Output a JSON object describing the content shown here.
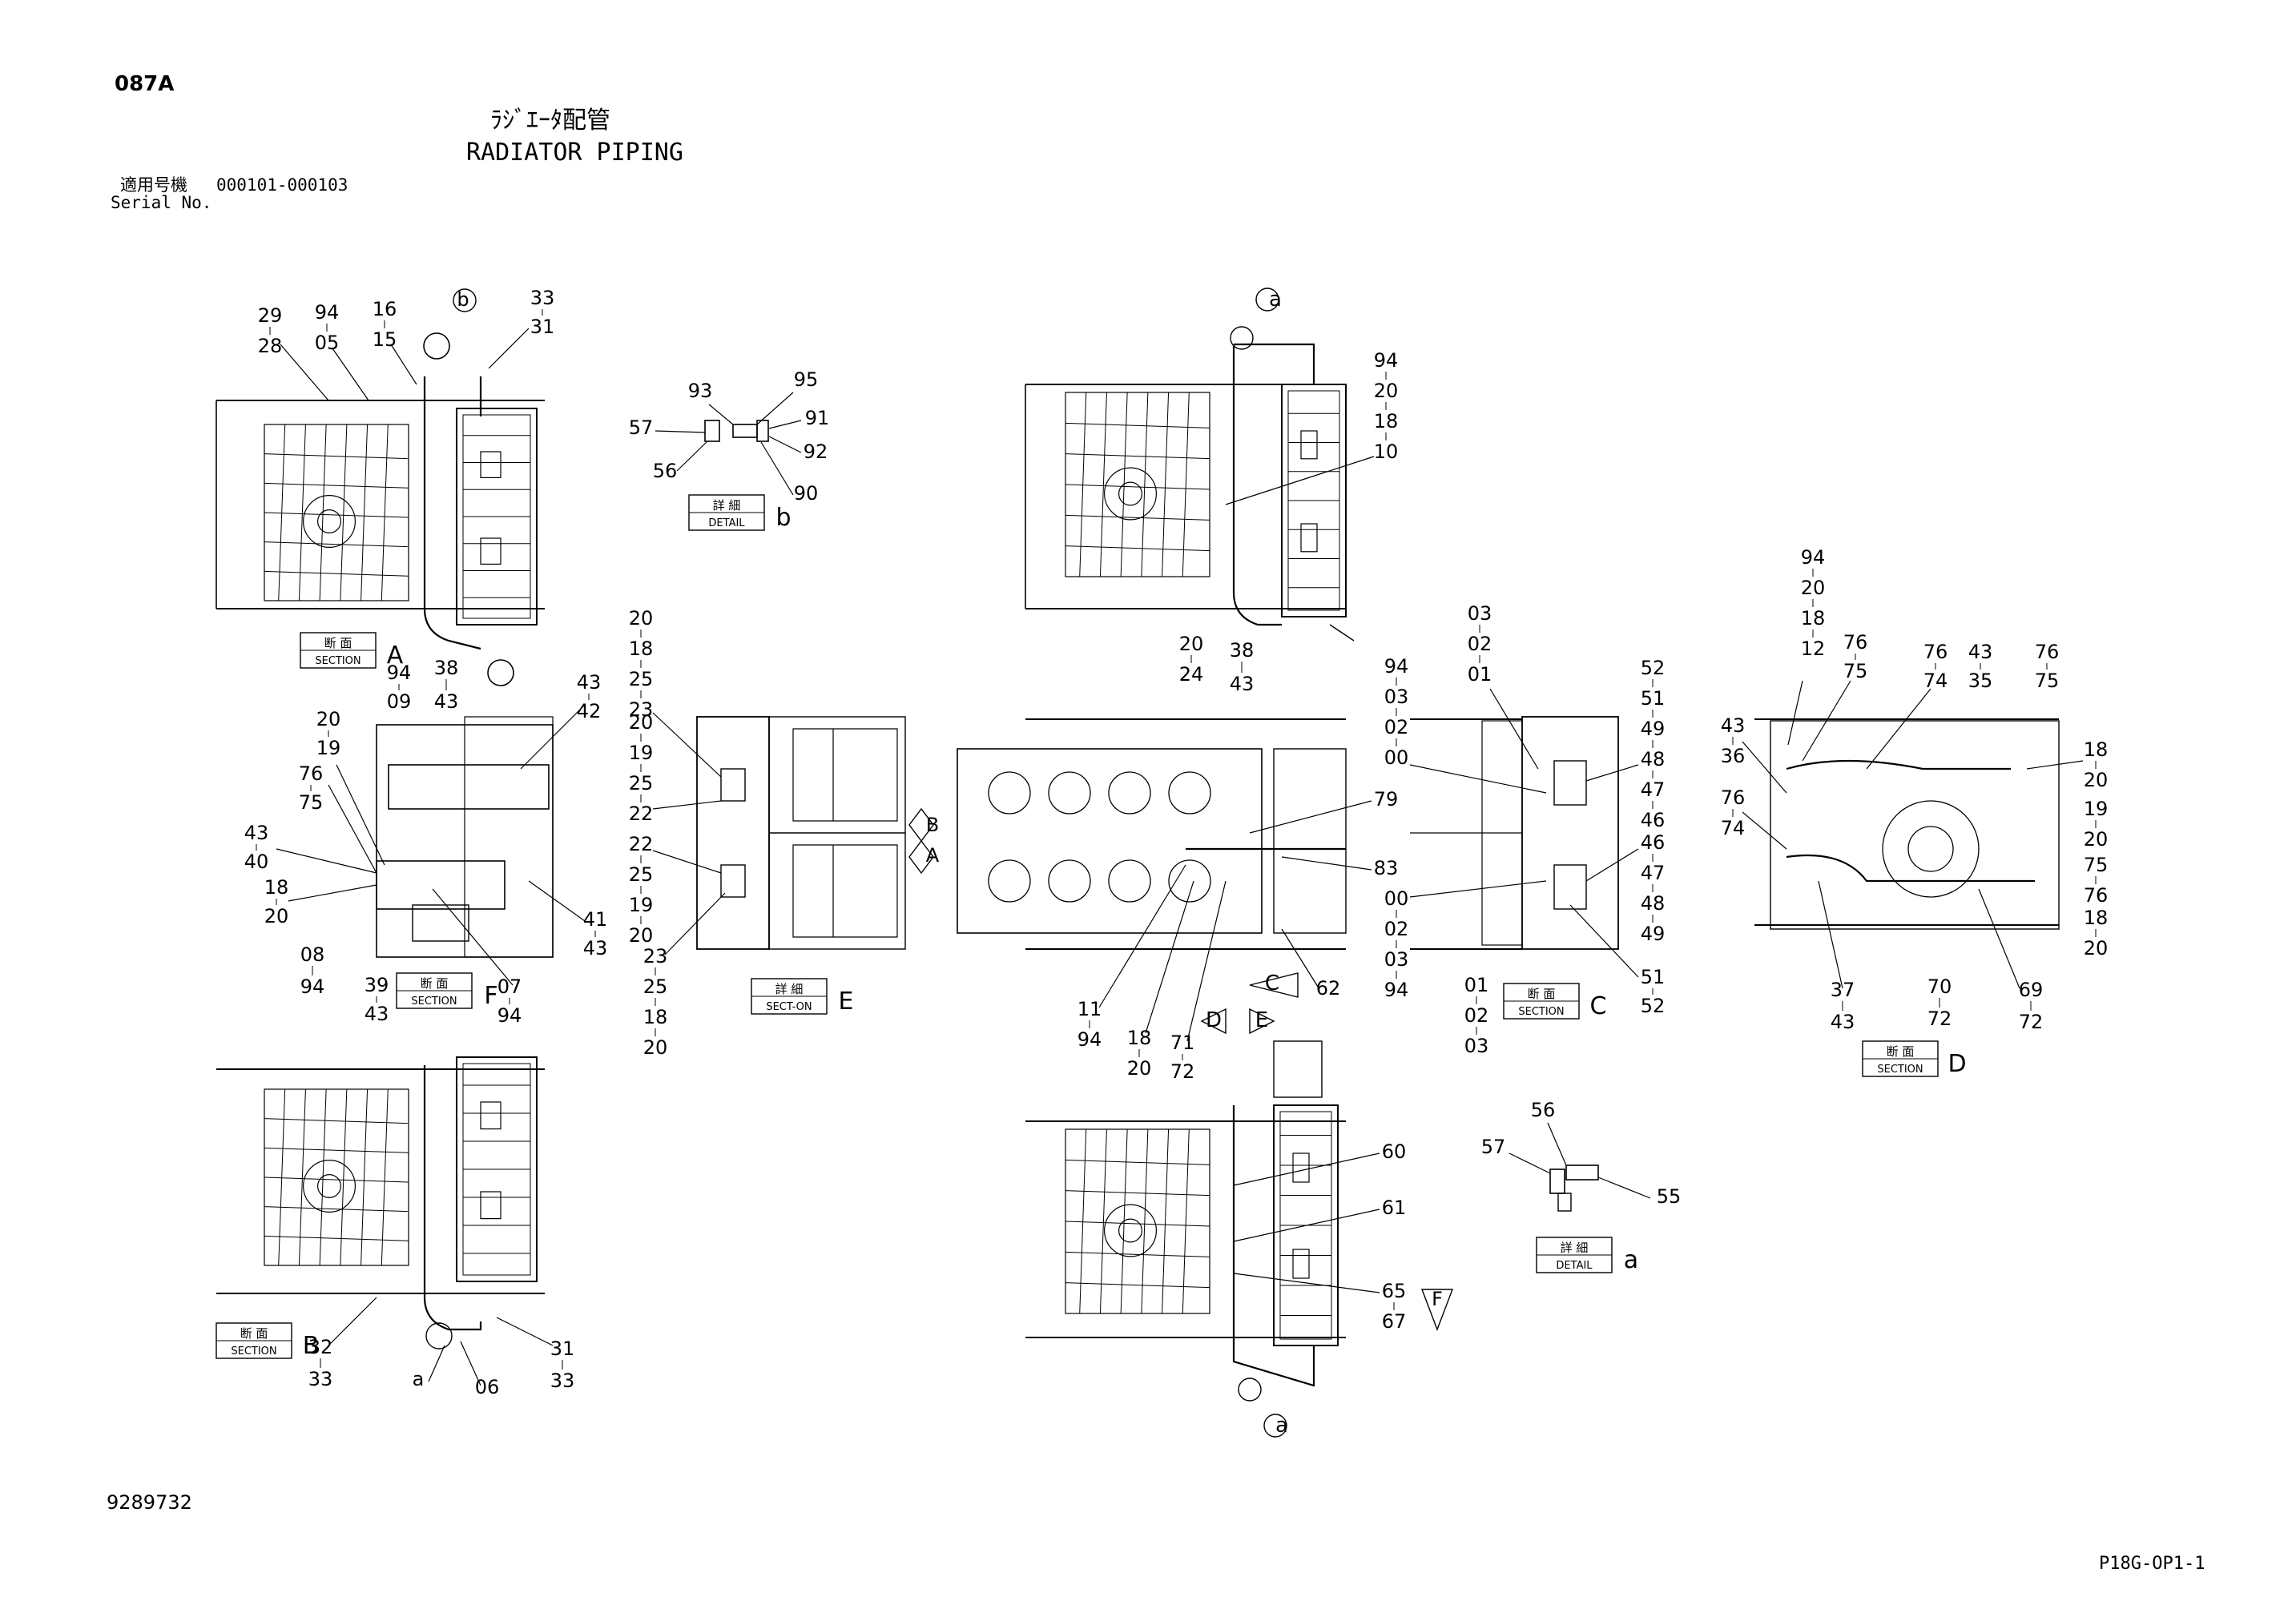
{
  "header": {
    "id": "087A",
    "title_jp": "ﾗｼﾞｴｰﾀ配管",
    "title_en": "RADIATOR PIPING",
    "serial_label_jp": "適用号機",
    "serial_range": "000101-000103",
    "serial_label_en": "Serial No."
  },
  "footer": {
    "doc_number": "9289732",
    "page_code": "P18G-OP1-1"
  },
  "callouts": {
    "section_jp": "断 面",
    "section_en": "SECTION",
    "section_en_e": "SECT-ON",
    "detail_jp": "詳 細",
    "detail_en": "DETAIL"
  },
  "views": [
    {
      "view": "section-A",
      "letter": "A",
      "labels": [
        "29",
        "28",
        "94",
        "05",
        "16",
        "15",
        "b",
        "33",
        "31",
        "38",
        "43"
      ]
    },
    {
      "view": "detail-b",
      "letter": "b",
      "labels": [
        "93",
        "95",
        "91",
        "92",
        "57",
        "56",
        "90"
      ]
    },
    {
      "view": "view-top-center",
      "letter": "a",
      "labels": [
        "94",
        "20",
        "18",
        "10",
        "20",
        "24",
        "38",
        "43"
      ]
    },
    {
      "view": "section-F",
      "letter": "F",
      "labels": [
        "94",
        "09",
        "43",
        "42",
        "20",
        "19",
        "76",
        "75",
        "43",
        "40",
        "18",
        "20",
        "08",
        "94",
        "39",
        "43",
        "41",
        "43",
        "07",
        "94"
      ]
    },
    {
      "view": "section-E",
      "letter": "E",
      "labels": [
        "20",
        "18",
        "25",
        "23",
        "20",
        "19",
        "25",
        "22",
        "22",
        "25",
        "19",
        "20",
        "23",
        "25",
        "18",
        "20"
      ]
    },
    {
      "view": "plan-center",
      "letter": "",
      "labels": [
        "B",
        "A",
        "79",
        "83",
        "62",
        "C",
        "D",
        "E",
        "11",
        "94",
        "18",
        "20",
        "71",
        "72"
      ]
    },
    {
      "view": "section-C",
      "letter": "C",
      "labels": [
        "94",
        "03",
        "02",
        "00",
        "03",
        "02",
        "01",
        "52",
        "51",
        "49",
        "48",
        "47",
        "46",
        "46",
        "47",
        "48",
        "49",
        "00",
        "02",
        "03",
        "94",
        "01",
        "02",
        "03",
        "51",
        "52"
      ]
    },
    {
      "view": "section-D",
      "letter": "D",
      "labels": [
        "94",
        "20",
        "18",
        "12",
        "76",
        "75",
        "76",
        "74",
        "43",
        "35",
        "76",
        "75",
        "43",
        "36",
        "18",
        "20",
        "76",
        "74",
        "19",
        "20",
        "75",
        "76",
        "18",
        "20",
        "37",
        "43",
        "70",
        "72",
        "69",
        "72"
      ]
    },
    {
      "view": "section-B",
      "letter": "B",
      "labels": [
        "32",
        "33",
        "a",
        "06",
        "31",
        "33"
      ]
    },
    {
      "view": "view-bottom-center",
      "letter": "a",
      "labels": [
        "60",
        "61",
        "65",
        "67",
        "F"
      ]
    },
    {
      "view": "detail-a",
      "letter": "a",
      "labels": [
        "56",
        "57",
        "55"
      ]
    }
  ],
  "colors": {
    "ink": "#000000",
    "paper": "#ffffff"
  }
}
